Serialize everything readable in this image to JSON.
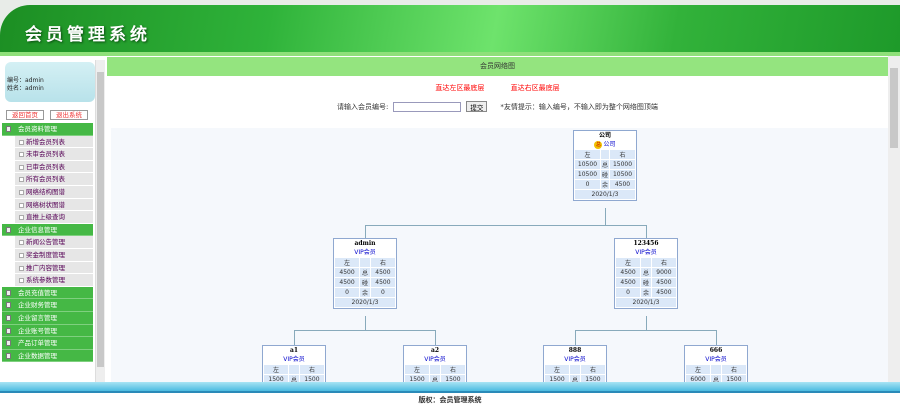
{
  "app_title": "会员管理系统",
  "user": {
    "id_label": "编号：admin",
    "name_label": "姓名：admin"
  },
  "buttons": {
    "home": "返回首页",
    "logout": "退出系统"
  },
  "menu": [
    {
      "label": "会员资料管理",
      "items": [
        "新增会员列表",
        "未审会员列表",
        "已审会员列表",
        "所有会员列表",
        "网络结构图谱",
        "网络树状图谱",
        "直推上级查询"
      ]
    },
    {
      "label": "企业信息管理",
      "items": [
        "新闻公告管理",
        "奖金制度管理",
        "推广内容管理",
        "系统参数管理"
      ]
    },
    {
      "label": "会员充值管理",
      "items": []
    },
    {
      "label": "企业财务管理",
      "items": []
    },
    {
      "label": "企业留言管理",
      "items": []
    },
    {
      "label": "企业账号管理",
      "items": []
    },
    {
      "label": "产品订单管理",
      "items": []
    },
    {
      "label": "企业数据管理",
      "items": []
    }
  ],
  "main": {
    "title": "会员网络图",
    "link_left": "直达左区最底层",
    "link_right": "直达右区最底层",
    "search_label": "请输入会员编号:",
    "search_value": "",
    "submit": "提交",
    "tip": "*友情提示：输入编号，不输入即为整个网络图顶端"
  },
  "row_labels": {
    "left": "左",
    "right": "右",
    "total": "总",
    "match": "碰",
    "rest": "余"
  },
  "tree": [
    {
      "name": "公司",
      "level": "公司",
      "badge": "总",
      "left_total": "10500",
      "right_total": "15000",
      "left_match": "10500",
      "right_match": "10500",
      "left_rest": "0",
      "right_rest": "4500",
      "date": "2020/1/3"
    },
    {
      "name": "admin",
      "level": "VIP会员",
      "left_total": "4500",
      "right_total": "4500",
      "left_match": "4500",
      "right_match": "4500",
      "left_rest": "0",
      "right_rest": "0",
      "date": "2020/1/3"
    },
    {
      "name": "123456",
      "level": "VIP会员",
      "left_total": "4500",
      "right_total": "9000",
      "left_match": "4500",
      "right_match": "4500",
      "left_rest": "0",
      "right_rest": "4500",
      "date": "2020/1/3"
    },
    {
      "name": "a1",
      "level": "VIP会员",
      "left_total": "1500",
      "right_total": "1500"
    },
    {
      "name": "a2",
      "level": "VIP会员",
      "left_total": "1500",
      "right_total": "1500"
    },
    {
      "name": "888",
      "level": "VIP会员",
      "left_total": "1500",
      "right_total": "1500"
    },
    {
      "name": "666",
      "level": "VIP会员",
      "left_total": "6000",
      "right_total": "1500"
    }
  ],
  "footer": "版权：会员管理系统"
}
